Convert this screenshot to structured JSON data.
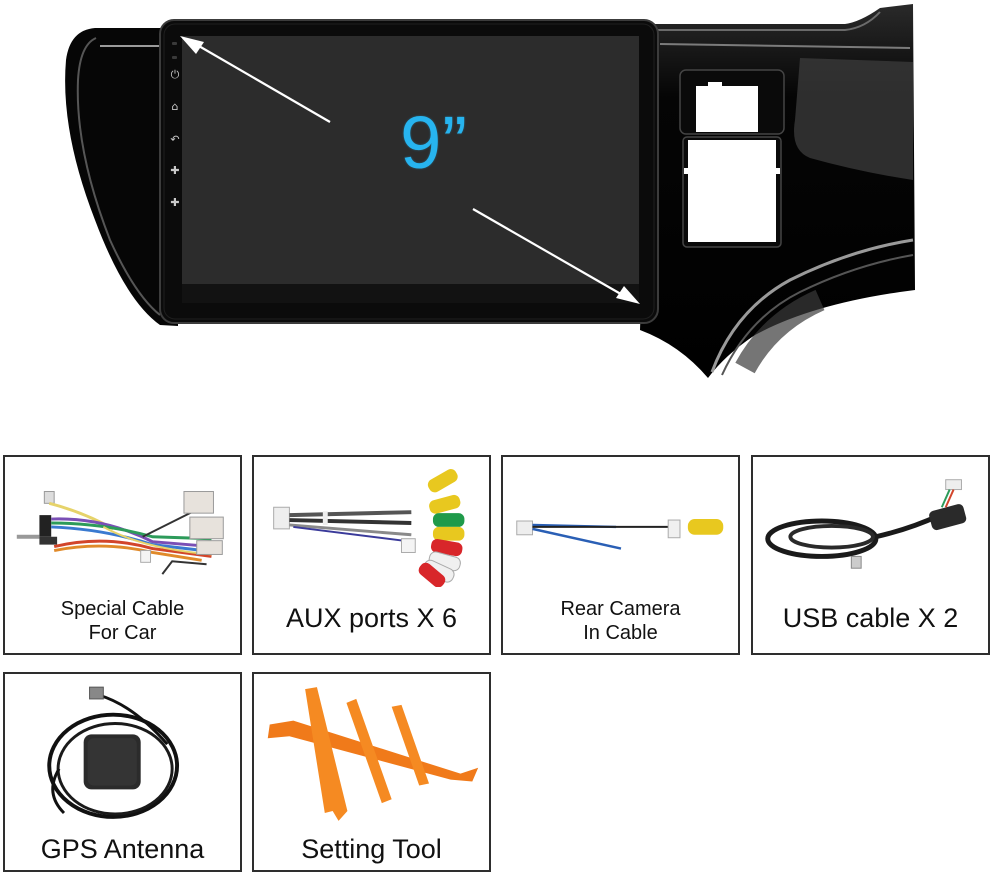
{
  "product": {
    "screen_size_label": "9”",
    "screen_size_color": "#27b4ef",
    "side_buttons": [
      {
        "icon": "power-icon",
        "glyph": "⏻"
      },
      {
        "icon": "home-icon",
        "glyph": "⌂"
      },
      {
        "icon": "back-icon",
        "glyph": "↶"
      },
      {
        "icon": "volume-up-icon",
        "glyph": "✚"
      },
      {
        "icon": "volume-down-icon",
        "glyph": "✚"
      }
    ]
  },
  "accessories": [
    {
      "label_line1": "Special Cable",
      "label_line2": "For Car",
      "image": "wiring-harness"
    },
    {
      "label": "AUX ports X 6",
      "image": "rca-cable"
    },
    {
      "label_line1": "Rear Camera",
      "label_line2": "In Cable",
      "image": "rear-camera-cable"
    },
    {
      "label": "USB cable X 2",
      "image": "usb-cable"
    },
    {
      "label": "GPS Antenna",
      "image": "gps-antenna"
    },
    {
      "label": "Setting Tool",
      "image": "pry-tools"
    }
  ]
}
